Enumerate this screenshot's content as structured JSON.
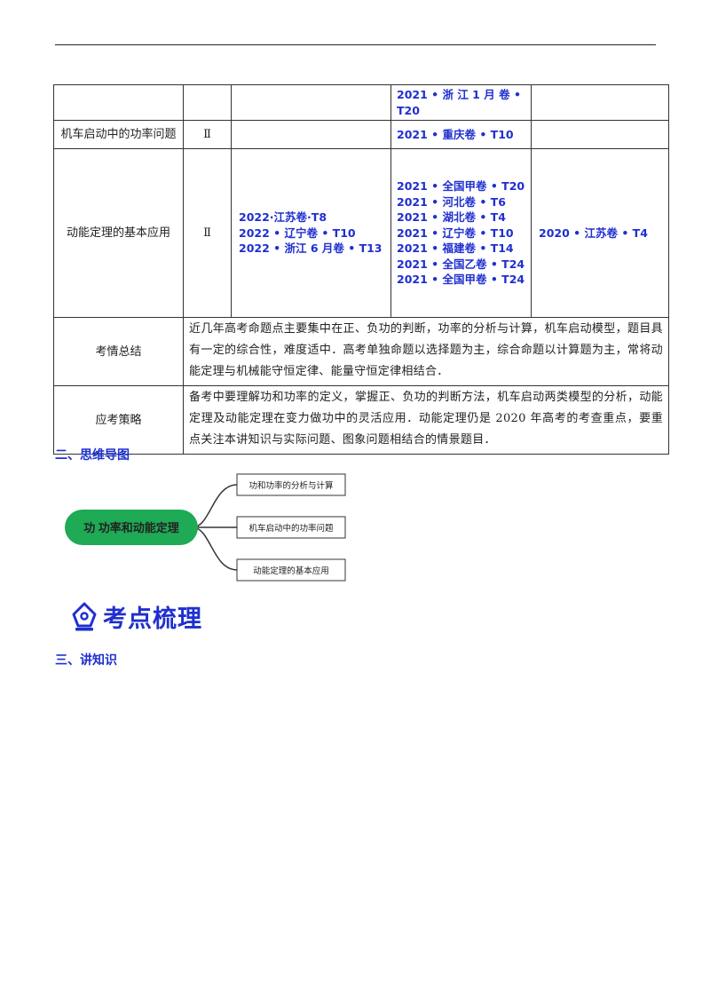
{
  "table": {
    "row_cont": {
      "item": "2021 • 浙 江 1 月 卷 • T20"
    },
    "row_jiche": {
      "topic": "机车启动中的功率问题",
      "level": "Ⅱ",
      "item": "2021 • 重庆卷 • T10"
    },
    "row_dongneng": {
      "topic": "动能定理的基本应用",
      "level": "Ⅱ",
      "y2022": [
        "2022·江苏卷·T8",
        "2022 • 辽宁卷 • T10",
        "2022 • 浙江 6 月卷 • T13"
      ],
      "y2021": [
        "2021 • 全国甲卷 • T20",
        "2021 • 河北卷 • T6",
        "2021 • 湖北卷 • T4",
        "2021 • 辽宁卷 • T10",
        "2021 • 福建卷 • T14",
        "2021 • 全国乙卷 • T24",
        "2021 • 全国甲卷 • T24"
      ],
      "y2020": "2020 • 江苏卷 • T4"
    },
    "summary": {
      "label": "考情总结",
      "text": "近几年高考命题点主要集中在正、负功的判断，功率的分析与计算，机车启动模型，题目具有一定的综合性，难度适中．高考单独命题以选择题为主，综合命题以计算题为主，常将动能定理与机械能守恒定律、能量守恒定律相结合．"
    },
    "strategy": {
      "label": "应考策略",
      "text": "备考中要理解功和功率的定义，掌握正、负功的判断方法，机车启动两类模型的分析，动能定理及动能定理在变力做功中的灵活应用．动能定理仍是 2020 年高考的考查重点，要重点关注本讲知识与实际问题、图象问题相结合的情景题目．"
    }
  },
  "section2": {
    "title": "二、思维导图"
  },
  "mindmap": {
    "center": "功 功率和动能定理",
    "branches": [
      "功和功率的分析与计算",
      "机车启动中的功率问题",
      "动能定理的基本应用"
    ],
    "colors": {
      "center_fill": "#1faa55",
      "line": "#333333"
    }
  },
  "heading": {
    "title": "考点梳理"
  },
  "section3": {
    "title": "三、讲知识"
  }
}
